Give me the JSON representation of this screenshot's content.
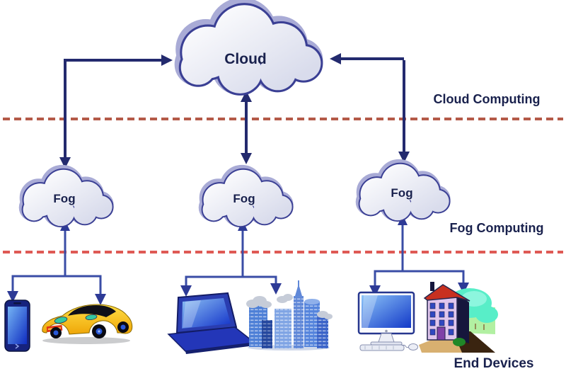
{
  "nodes": {
    "cloud": {
      "label": "Cloud"
    },
    "fog": [
      {
        "label": "Fog"
      },
      {
        "label": "Fog"
      },
      {
        "label": "Fog"
      }
    ]
  },
  "layers": {
    "cloud_computing": "Cloud Computing",
    "fog_computing": "Fog Computing",
    "end_devices": "End Devices"
  },
  "icons": {
    "left_group": [
      "smartphone-icon",
      "sports-car-icon"
    ],
    "middle_group": [
      "laptop-icon",
      "city-buildings-icon"
    ],
    "right_group": [
      "desktop-computer-icon",
      "apartment-building-icon"
    ]
  },
  "colors": {
    "background": "#ffffff",
    "arrow_navy": "#232a6e",
    "connector_blue": "#3a4da6",
    "connector_head": "#2d3a96",
    "dashed_line_top": "#b45a48",
    "dashed_line_bottom": "#df5a55",
    "cloud_outline": "#3a3f94",
    "cloud_shadow": "#a9abd6",
    "label_text": "#19214d"
  }
}
